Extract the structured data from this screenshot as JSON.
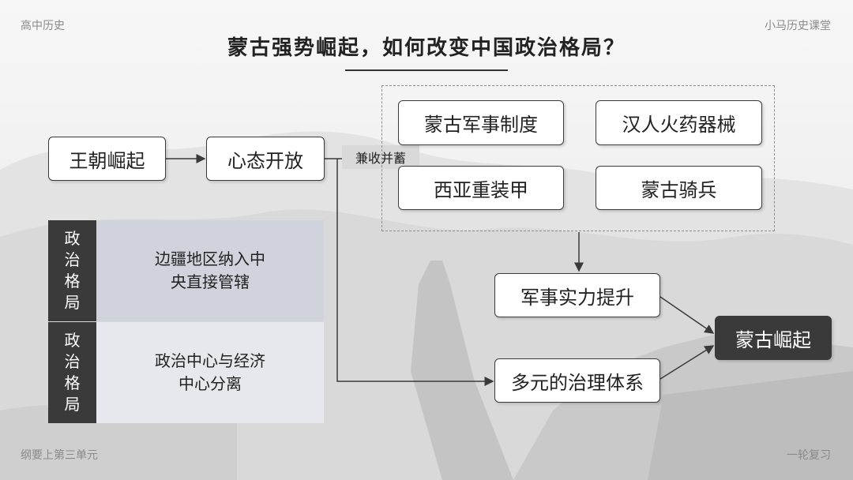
{
  "corners": {
    "top_left": "高中历史",
    "top_right": "小马历史课堂",
    "bottom_left": "纲要上第三单元",
    "bottom_right": "一轮复习"
  },
  "title": "蒙古强势崛起，如何改变中国政治格局？",
  "nodes": {
    "dynasty_rise": "王朝崛起",
    "open_mind": "心态开放",
    "absorb_tag": "兼收并蓄",
    "mongol_military_system": "蒙古军事制度",
    "han_firearms": "汉人火药器械",
    "west_asia_armor": "西亚重装甲",
    "mongol_cavalry": "蒙古骑兵",
    "military_power_up": "军事实力提升",
    "diverse_governance": "多元的治理体系",
    "mongol_rise": "蒙古崛起"
  },
  "table": {
    "rows": [
      {
        "label_chars": [
          "政",
          "治",
          "格",
          "局"
        ],
        "content_lines": [
          "边疆地区纳入中",
          "央直接管辖"
        ]
      },
      {
        "label_chars": [
          "政",
          "治",
          "格",
          "局"
        ],
        "content_lines": [
          "政治中心与经济",
          "中心分离"
        ]
      }
    ]
  },
  "colors": {
    "dark_fill": "#3a3a3a",
    "table_row1": "#d0d3dc",
    "table_row2": "#e6e8ed",
    "tag_fill": "#d9d9d9"
  }
}
